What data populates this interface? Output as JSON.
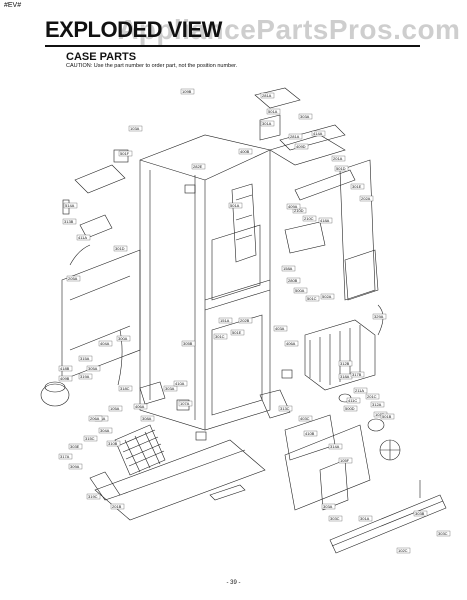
{
  "doc_code": "#EV#",
  "title": "EXPLODED VIEW",
  "watermark": "AppliancePartsPros.com",
  "section": "CASE PARTS",
  "caution": "CAUTION: Use the part number to order part, not the position number.",
  "page_number": "- 39 -",
  "callouts": [
    "109B",
    "281A",
    "103A",
    "501F",
    "282E",
    "400B",
    "501A",
    "301A",
    "303A",
    "281A",
    "414A",
    "409D",
    "201A",
    "501D",
    "301E",
    "202A",
    "210D",
    "210C",
    "418A",
    "409A",
    "501A",
    "514A",
    "313B",
    "411A",
    "158A",
    "280B",
    "500A",
    "501C",
    "502A",
    "329A",
    "312B",
    "318A",
    "317B",
    "211A",
    "411C",
    "201C",
    "312A",
    "103B",
    "501B",
    "500D",
    "205A",
    "301D",
    "404A",
    "300A",
    "305B",
    "151A",
    "301C",
    "501E",
    "202B",
    "403A",
    "406A",
    "315A",
    "305A",
    "418B",
    "409B",
    "319A",
    "318C",
    "303A",
    "410A",
    "107A",
    "406A",
    "308A",
    "105A",
    "306A",
    "304A",
    "310B",
    "206A",
    "315C",
    "303E",
    "317A",
    "309A",
    "201B",
    "319C",
    "313C",
    "403C",
    "410B",
    "314A",
    "105F",
    "303A",
    "303C",
    "301A",
    "303B",
    "303C",
    "102C"
  ]
}
